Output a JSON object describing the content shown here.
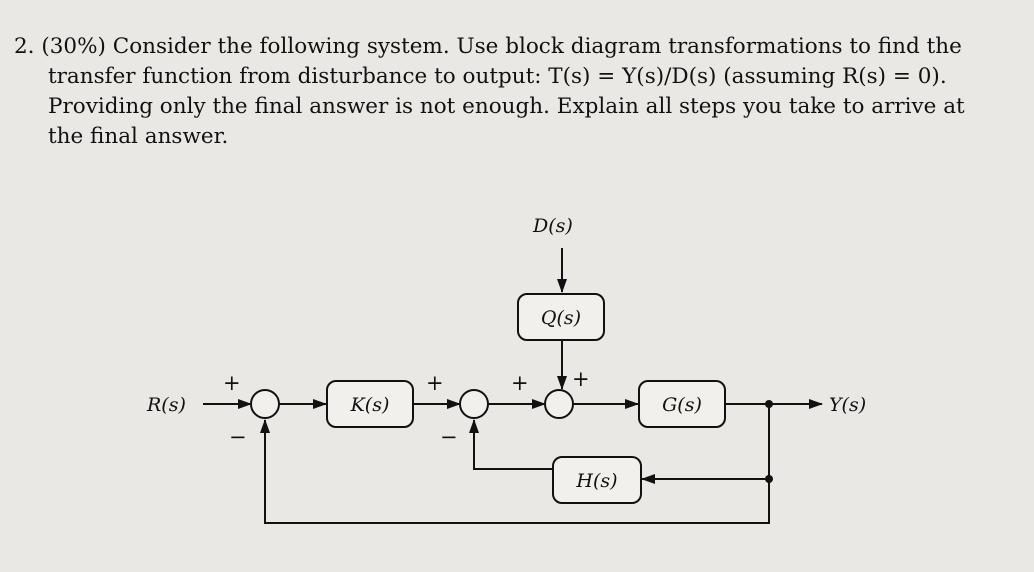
{
  "problem": {
    "line1": "2. (30%) Consider the following system. Use block diagram transformations to find the",
    "line2": "transfer function from disturbance to output: T(s) = Y(s)/D(s) (assuming R(s) = 0).",
    "line3": "Providing only the final answer is not enough. Explain all steps you take to arrive at",
    "line4": "the final answer."
  },
  "diagram": {
    "input_label": "R(s)",
    "output_label": "Y(s)",
    "disturbance_label": "D(s)",
    "blocks": {
      "k": "K(s)",
      "g": "G(s)",
      "q": "Q(s)",
      "h": "H(s)"
    },
    "signs": {
      "sum1_in": "+",
      "sum1_fb": "−",
      "sum2_in": "+",
      "sum2_fb": "−",
      "sum3_in": "+",
      "sum3_dist": "+"
    }
  }
}
